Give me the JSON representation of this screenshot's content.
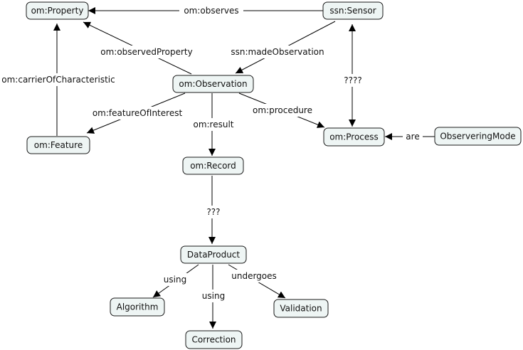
{
  "nodes": {
    "property": "om:Property",
    "sensor": "ssn:Sensor",
    "observation": "om:Observation",
    "feature": "om:Feature",
    "process": "om:Process",
    "observering_mode": "ObserveringMode",
    "record": "om:Record",
    "data_product": "DataProduct",
    "algorithm": "Algorithm",
    "validation": "Validation",
    "correction": "Correction"
  },
  "edges": {
    "observes": "om:observes",
    "observed_property": "om:observedProperty",
    "made_observation": "ssn:madeObservation",
    "carrier_of_characteristic": "om:carrierOfCharacteristic",
    "feature_of_interest": "om:featureOfInterest",
    "result": "om:result",
    "procedure": "om:procedure",
    "sensor_process": "????",
    "are": "are",
    "record_product": "???",
    "using_algorithm": "using",
    "using_correction": "using",
    "undergoes": "undergoes"
  },
  "colors": {
    "node_fill": "#eef5f4",
    "node_border": "#1a1a1a",
    "edge": "#000000"
  }
}
